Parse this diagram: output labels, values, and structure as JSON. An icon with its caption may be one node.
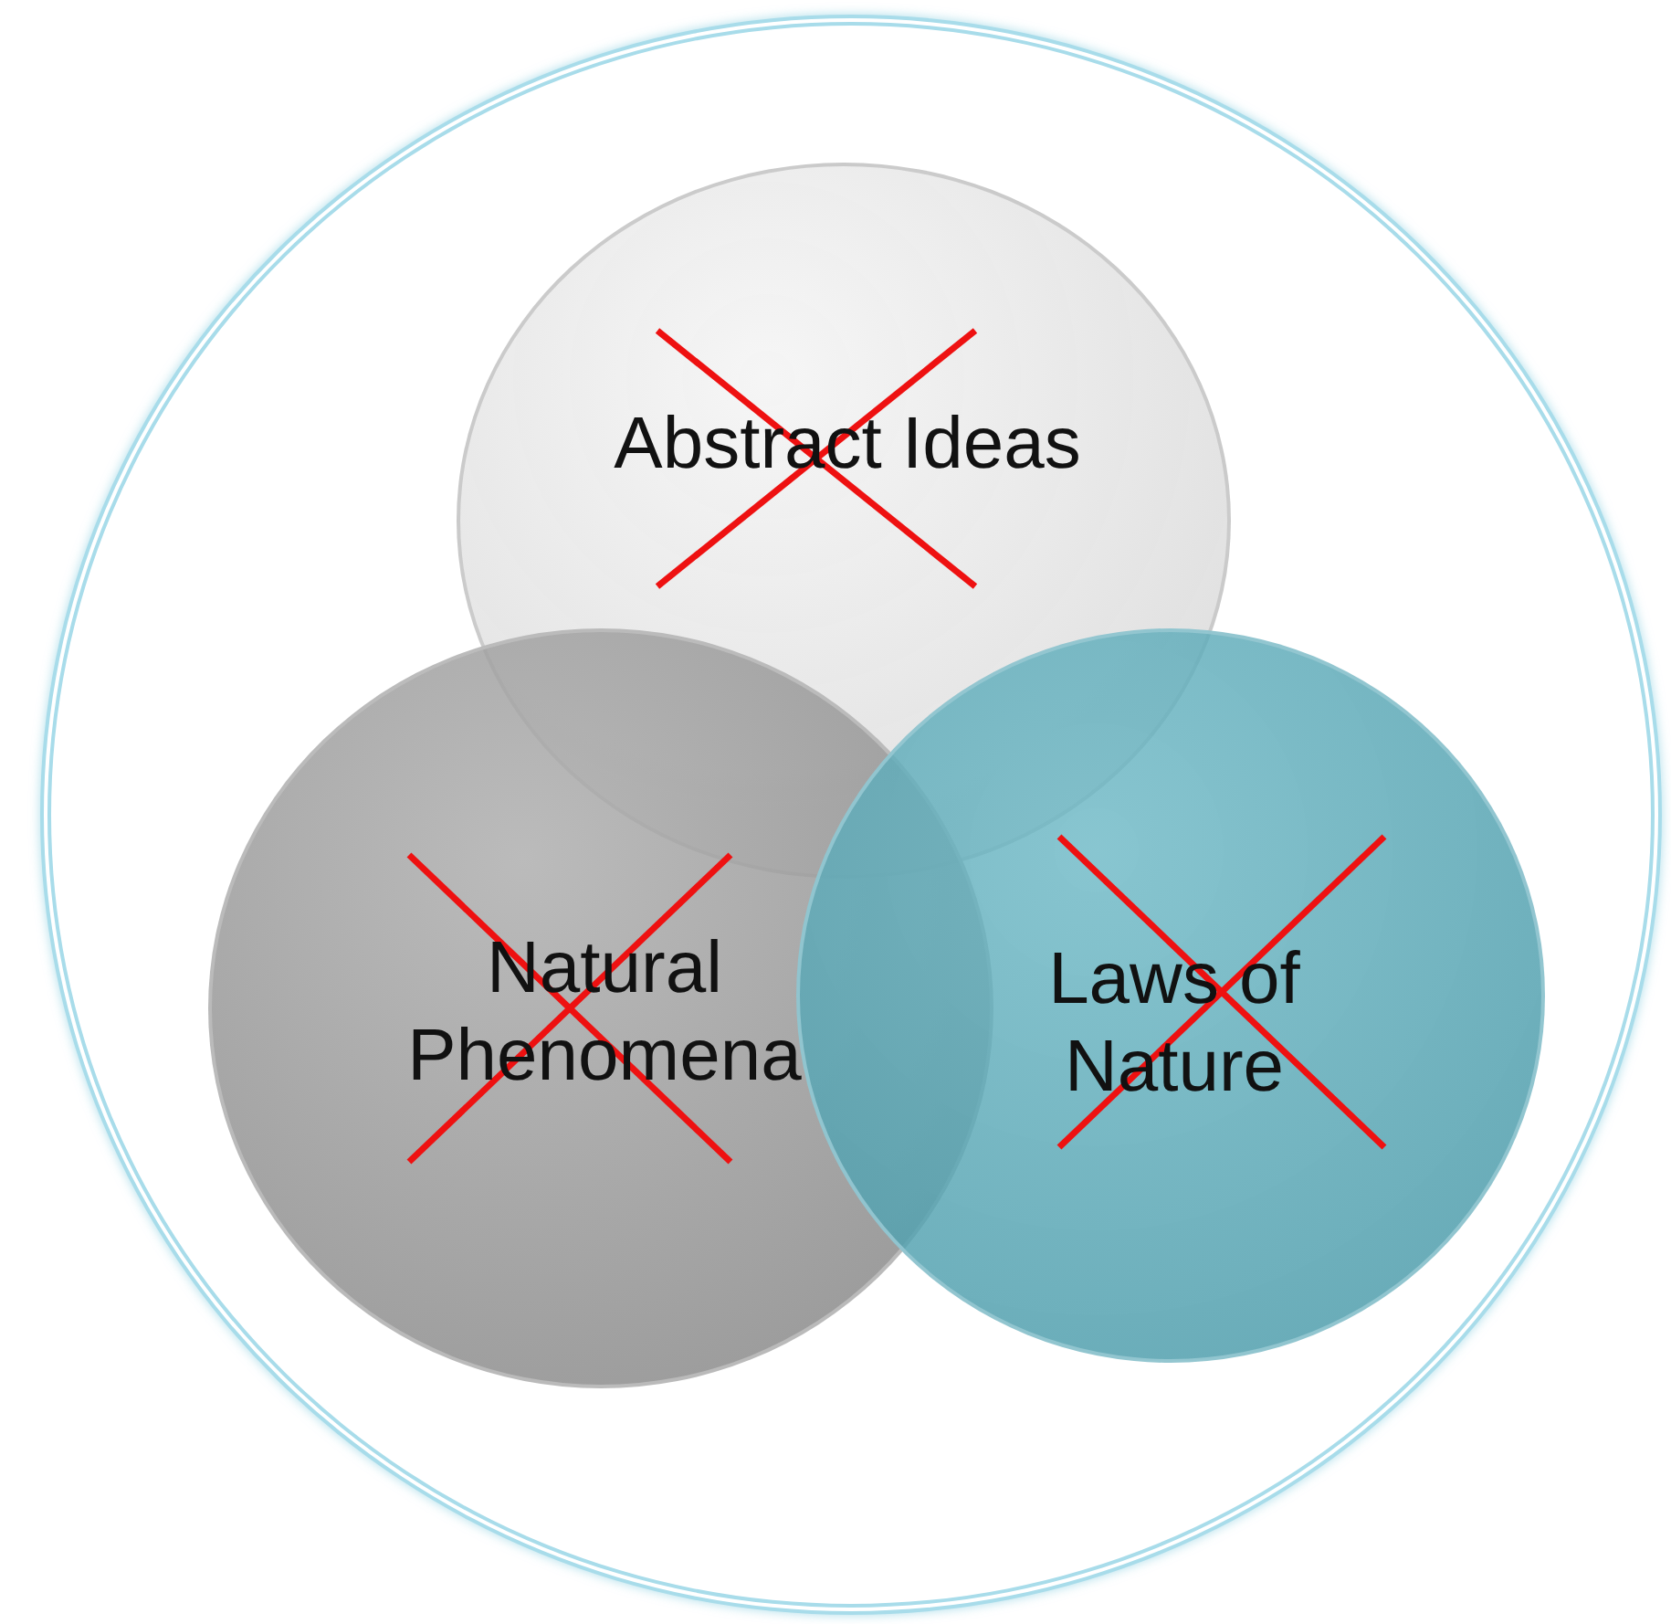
{
  "diagram": {
    "nodes": [
      {
        "text": [],
        "shape": "circle"
      },
      {
        "text": [
          "Abstract Ideas"
        ],
        "in": 0
      },
      {
        "text": [
          "Natural Phenomena"
        ],
        "in": 0
      },
      {
        "text": [
          "Laws of Nature"
        ],
        "in": 0
      }
    ]
  }
}
